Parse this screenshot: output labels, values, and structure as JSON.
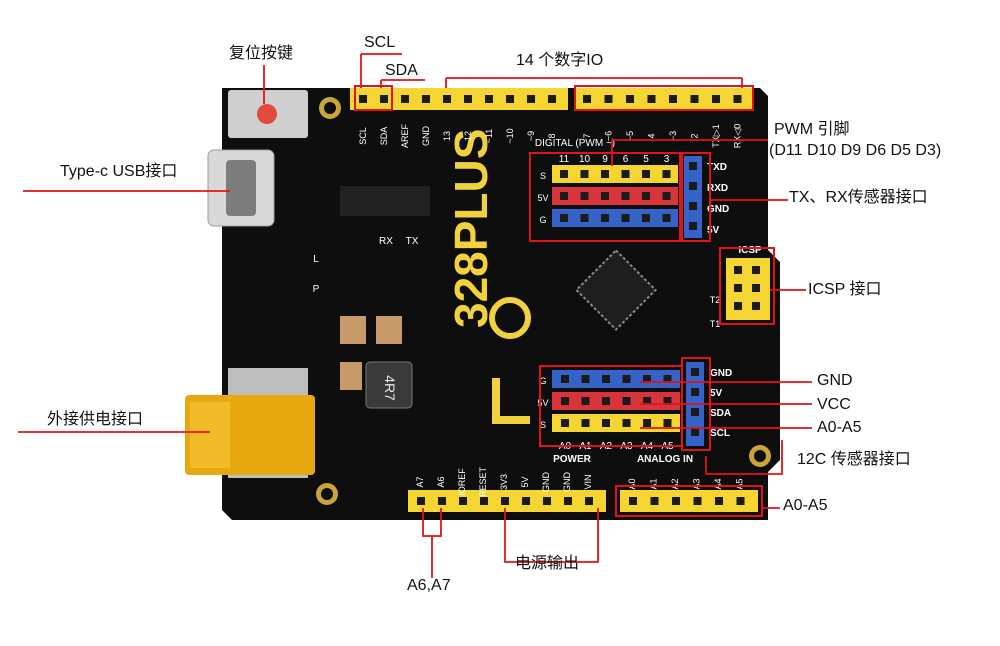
{
  "board": {
    "name": "328PLUS",
    "regulator_mark": "4R7",
    "icsp_tag": "ICSP",
    "led_labels": [
      "L",
      "P",
      "RX",
      "TX"
    ],
    "top_digital_pins_left": [
      "SCL",
      "SDA",
      "AREF",
      "GND",
      "13",
      "12",
      "~11",
      "~10",
      "~9",
      "8"
    ],
    "top_digital_pins_right": [
      "7",
      "~6",
      "~5",
      "4",
      "~3",
      "2",
      "TX▷1",
      "RX◁0"
    ],
    "digital_caption": "DIGITAL (PWM ~)",
    "pwm_header_numbers": [
      "11",
      "10",
      "9",
      "6",
      "5",
      "3"
    ],
    "row_labels": [
      "S",
      "5V",
      "G"
    ],
    "uart_labels": [
      "TXD",
      "RXD",
      "GND",
      "5V"
    ],
    "analog_header_labels": [
      "A0",
      "A1",
      "A2",
      "A3",
      "A4",
      "A5"
    ],
    "i2c_labels": [
      "GND",
      "5V",
      "SDA",
      "SCL"
    ],
    "power_pins": [
      "A7",
      "A6",
      "IOREF",
      "RESET",
      "3V3",
      "5V",
      "GND",
      "GND",
      "VIN"
    ],
    "power_caption": "POWER",
    "analog_pins": [
      "A0",
      "A1",
      "A2",
      "A3",
      "A4",
      "A5"
    ],
    "analog_caption": "ANALOG  IN",
    "misc_marks": [
      "T1",
      "T2"
    ]
  },
  "callouts": {
    "reset": "复位按键",
    "scl": "SCL",
    "sda": "SDA",
    "digital_io": "14 个数字IO",
    "usb": "Type-c USB接口",
    "pwm_title": "PWM  引脚",
    "pwm_pins": "(D11 D10 D9 D6 D5 D3)",
    "uart": "TX、RX传感器接口",
    "icsp": "ICSP 接口",
    "power_jack": "外接供电接口",
    "gnd": "GND",
    "vcc": "VCC",
    "analog_header": "A0-A5",
    "i2c": "12C 传感器接口",
    "analog_pins": "A0-A5",
    "power_out": "电源输出",
    "a6a7": "A6,A7"
  },
  "colors": {
    "board": "#0e0e0e",
    "silk": "#f2d23c",
    "header_yellow": "#f5d531",
    "pin_red": "#d8343c",
    "pin_blue": "#3563c8",
    "callout_line": "#e0131a"
  }
}
